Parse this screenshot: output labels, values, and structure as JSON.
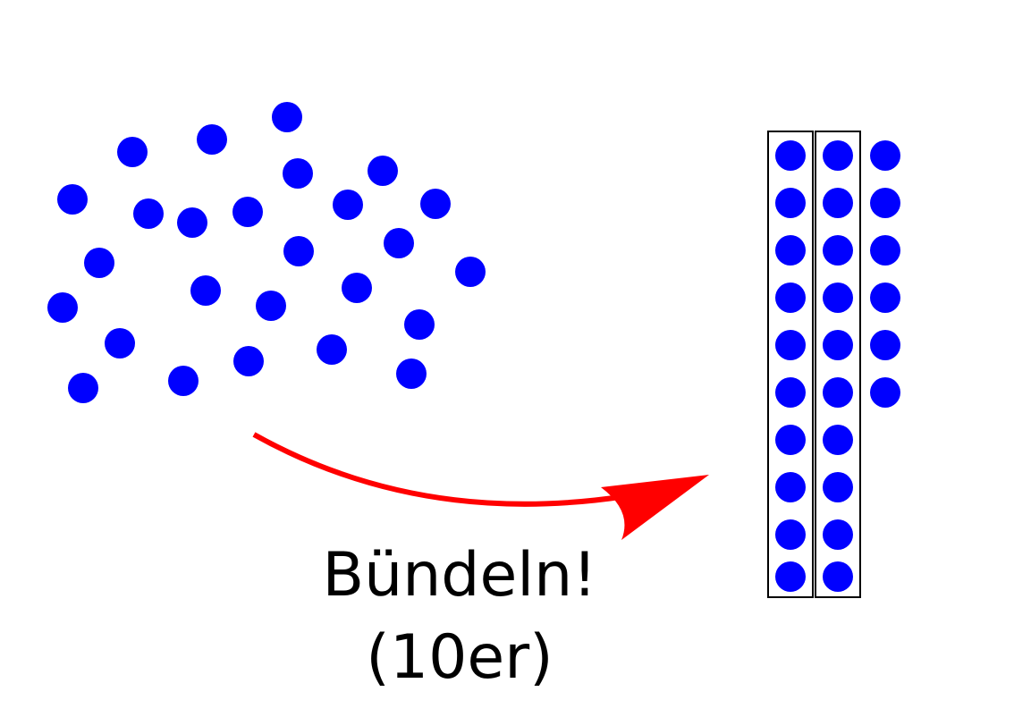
{
  "labels": {
    "action": "Bündeln!",
    "group_size": "(10er)"
  },
  "colors": {
    "dot": "#0000ff",
    "arrow": "#ff0000",
    "bundle_border": "#000000",
    "text": "#000000"
  },
  "counts": {
    "scattered_dots": 26,
    "bundles": 2,
    "dots_per_bundle": 10,
    "loose_dots": 6
  }
}
